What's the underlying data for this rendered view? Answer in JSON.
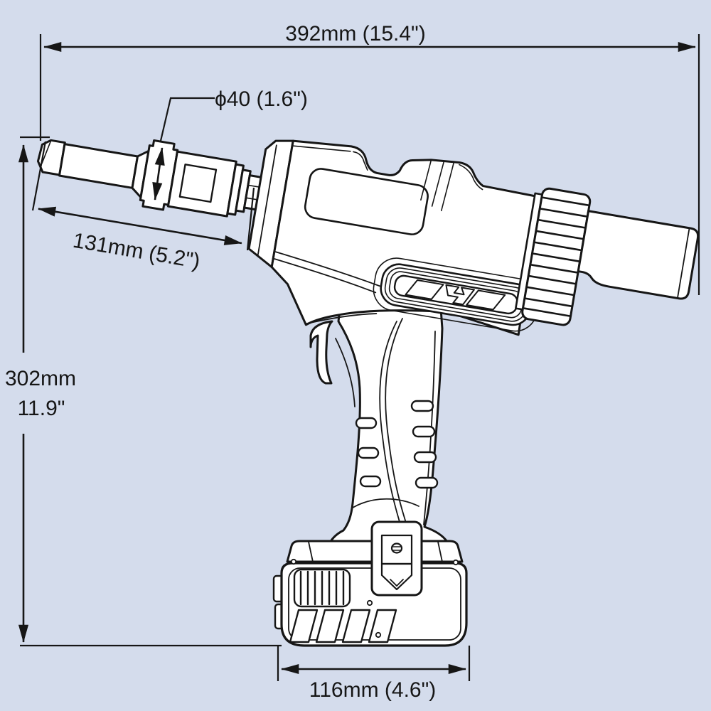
{
  "diagram": {
    "title_semantic": "cordless rivet gun dimensional drawing",
    "colors": {
      "background": "#d4dcec",
      "line": "#161616",
      "tool_fill": "#ffffff"
    },
    "dimensions": {
      "overall_length": "392mm (15.4\")",
      "nose_diameter": "ϕ40 (1.6\")",
      "nose_length": "131mm (5.2\")",
      "overall_height_mm": "302mm",
      "overall_height_in": "11.9\"",
      "battery_width": "116mm (4.6\")"
    }
  }
}
